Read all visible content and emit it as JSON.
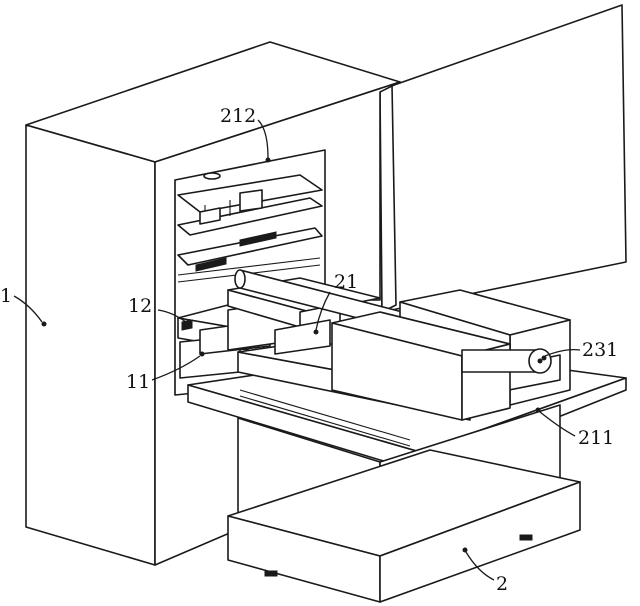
{
  "labels": {
    "l1": "1",
    "l2": "2",
    "l11": "11",
    "l12": "12",
    "l21": "21",
    "l211": "211",
    "l212": "212",
    "l231": "231"
  },
  "colors": {
    "line": "#1a1a1a",
    "background": "#ffffff"
  }
}
